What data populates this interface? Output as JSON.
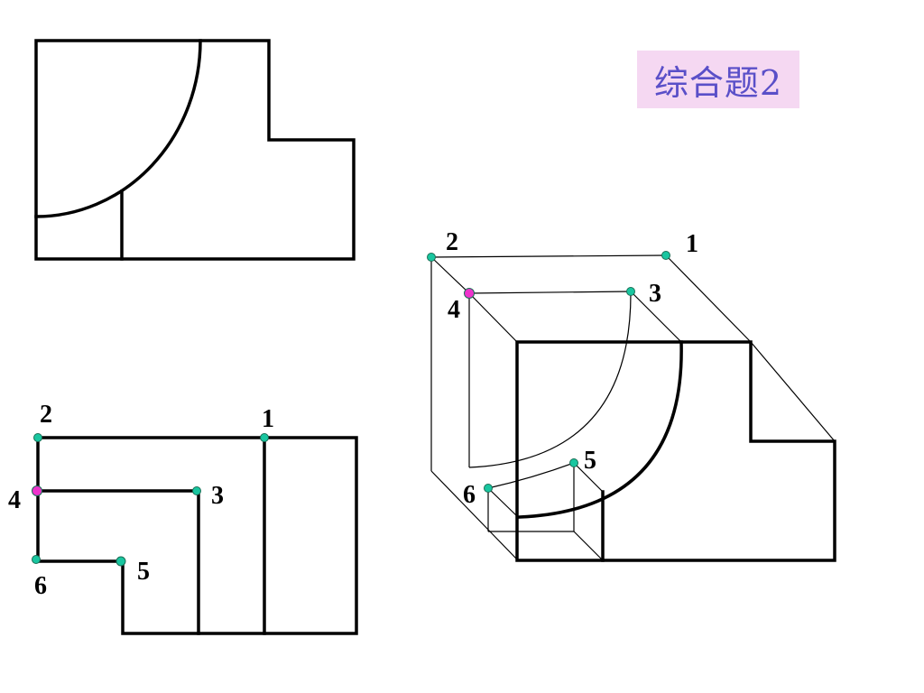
{
  "title": "综合题2",
  "colors": {
    "title_bg": "#f5d8f2",
    "title_text": "#5a4fc8",
    "point_green": "#19c6a0",
    "point_magenta": "#ee33cc",
    "line": "#000000"
  },
  "front_view_points": [
    {
      "id": "fv-1",
      "label": "1"
    },
    {
      "id": "fv-2",
      "label": "2"
    },
    {
      "id": "fv-3",
      "label": "3"
    },
    {
      "id": "fv-4",
      "label": "4"
    },
    {
      "id": "fv-5",
      "label": "5"
    },
    {
      "id": "fv-6",
      "label": "6"
    }
  ],
  "isometric_points": [
    {
      "id": "iso-1",
      "label": "1"
    },
    {
      "id": "iso-2",
      "label": "2"
    },
    {
      "id": "iso-3",
      "label": "3"
    },
    {
      "id": "iso-4",
      "label": "4"
    },
    {
      "id": "iso-5",
      "label": "5"
    },
    {
      "id": "iso-6",
      "label": "6"
    }
  ]
}
